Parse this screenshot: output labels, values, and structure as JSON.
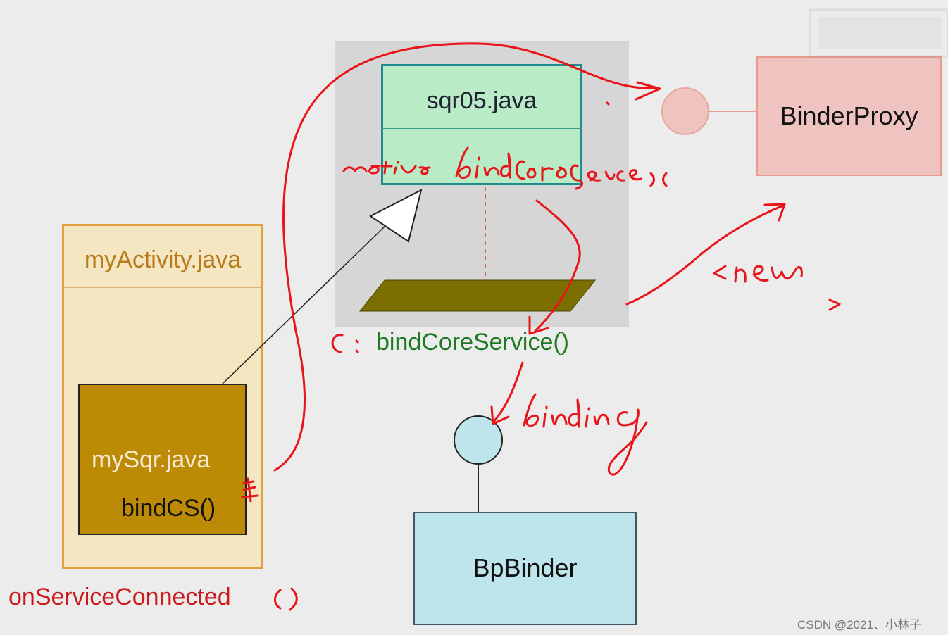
{
  "nodes": {
    "sqr": {
      "title": "sqr05.java"
    },
    "proxy": {
      "title": "BinderProxy"
    },
    "activity": {
      "title": "myActivity.java"
    },
    "mysqr": {
      "title": "mySqr.java",
      "method": "bindCS()"
    },
    "bpbinder": {
      "title": "BpBinder"
    },
    "bind_core": {
      "label": "bindCoreService()"
    }
  },
  "labels": {
    "on_service_connected": "onServiceConnected",
    "watermark": "CSDN @2021、小林子"
  },
  "colors": {
    "annotation": "#e8141a",
    "sqr_fill": "#b9ebc7",
    "sqr_border": "#1e8c8c",
    "proxy_fill": "#eec3c0",
    "activity_fill": "#f3e6c0",
    "activity_border": "#e1a040",
    "mysqr_fill": "#bc8a05",
    "bp_fill": "#bfe5ec",
    "shelf": "#7a6f00"
  }
}
